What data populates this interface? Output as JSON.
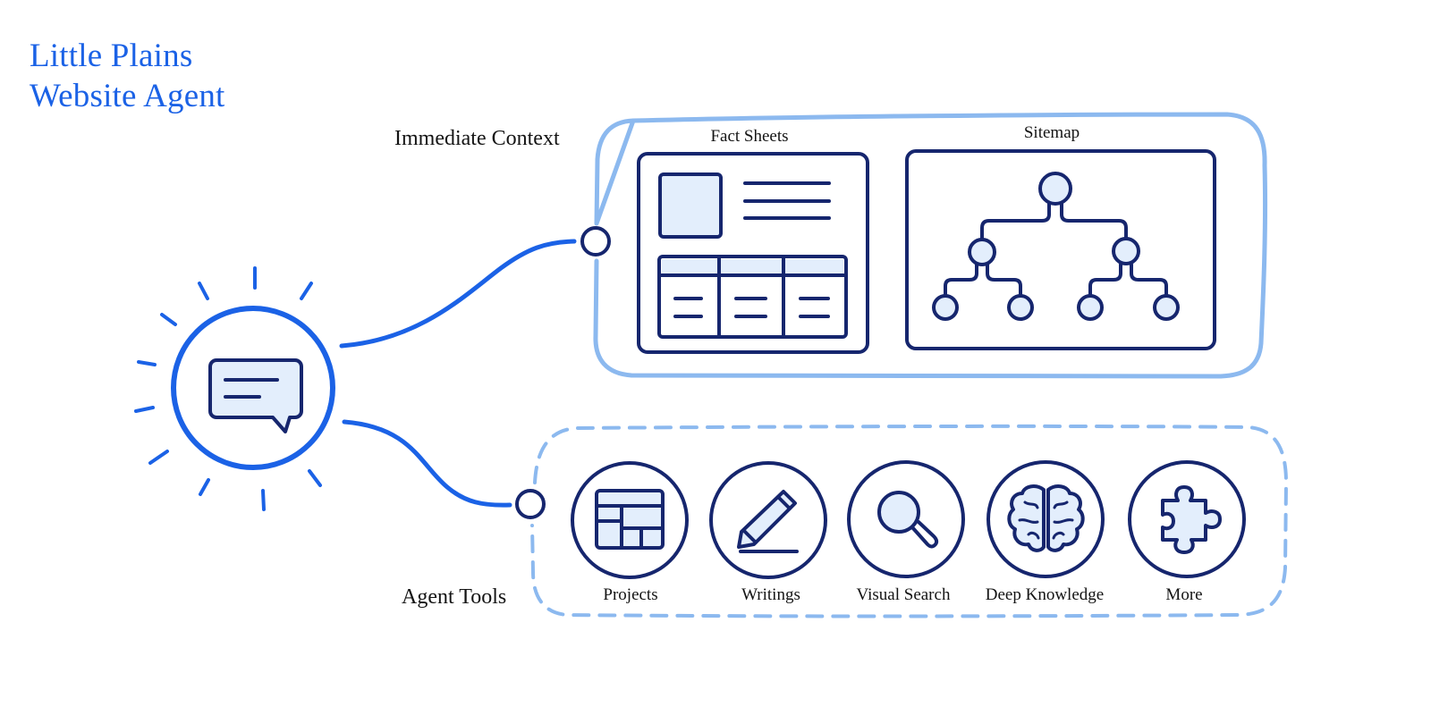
{
  "title": {
    "line1": "Little Plains",
    "line2": "Website Agent"
  },
  "sections": {
    "immediate_context": "Immediate Context",
    "agent_tools": "Agent Tools"
  },
  "panels": {
    "fact_sheets": "Fact Sheets",
    "sitemap": "Sitemap"
  },
  "tools": [
    {
      "label": "Projects",
      "icon": "layout-grid-icon"
    },
    {
      "label": "Writings",
      "icon": "pencil-icon"
    },
    {
      "label": "Visual Search",
      "icon": "magnifier-icon"
    },
    {
      "label": "Deep Knowledge",
      "icon": "brain-icon"
    },
    {
      "label": "More",
      "icon": "puzzle-icon"
    }
  ],
  "colors": {
    "brand_blue": "#1b62e6",
    "navy": "#16266e",
    "light_blue": "#8cb9ef",
    "fill_blue": "#e3eefc"
  }
}
